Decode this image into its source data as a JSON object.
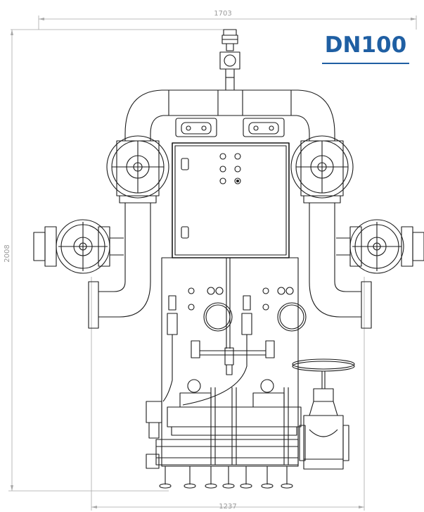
{
  "drawing": {
    "title": "DN100",
    "width_label": "1703",
    "height_label": "2008",
    "base_width_label": "1237"
  },
  "colors": {
    "title": "#1f5fa3",
    "line": "#1a1a1a",
    "dimension": "#a8a8a8"
  }
}
